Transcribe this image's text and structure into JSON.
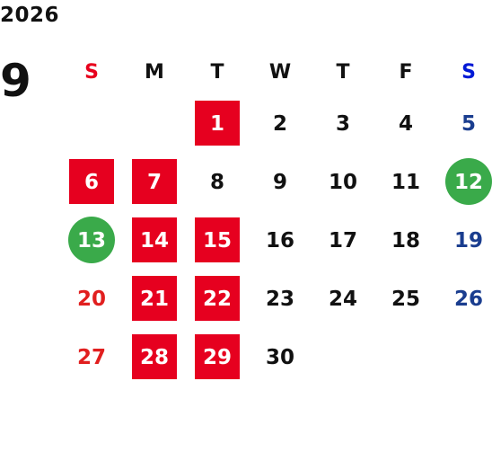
{
  "year": "2026",
  "month": "9",
  "weekdays": [
    "S",
    "M",
    "T",
    "W",
    "T",
    "F",
    "S"
  ],
  "days": [
    "",
    "",
    "1",
    "2",
    "3",
    "4",
    "5",
    "6",
    "7",
    "8",
    "9",
    "10",
    "11",
    "12",
    "13",
    "14",
    "15",
    "16",
    "17",
    "18",
    "19",
    "20",
    "21",
    "22",
    "23",
    "24",
    "25",
    "26",
    "27",
    "28",
    "29",
    "30",
    "",
    "",
    ""
  ],
  "highlights": {
    "red_square": [
      "1",
      "6",
      "7",
      "14",
      "15",
      "21",
      "22",
      "28",
      "29"
    ],
    "green_circle": [
      "12",
      "13"
    ]
  },
  "colors": {
    "red_mark": "#e6001f",
    "green_mark": "#3aaa4a",
    "sunday_header": "#e8001d",
    "saturday_header": "#0019d6",
    "sunday_day": "#e11f1f",
    "saturday_day": "#1a3d8f",
    "text": "#111111"
  }
}
